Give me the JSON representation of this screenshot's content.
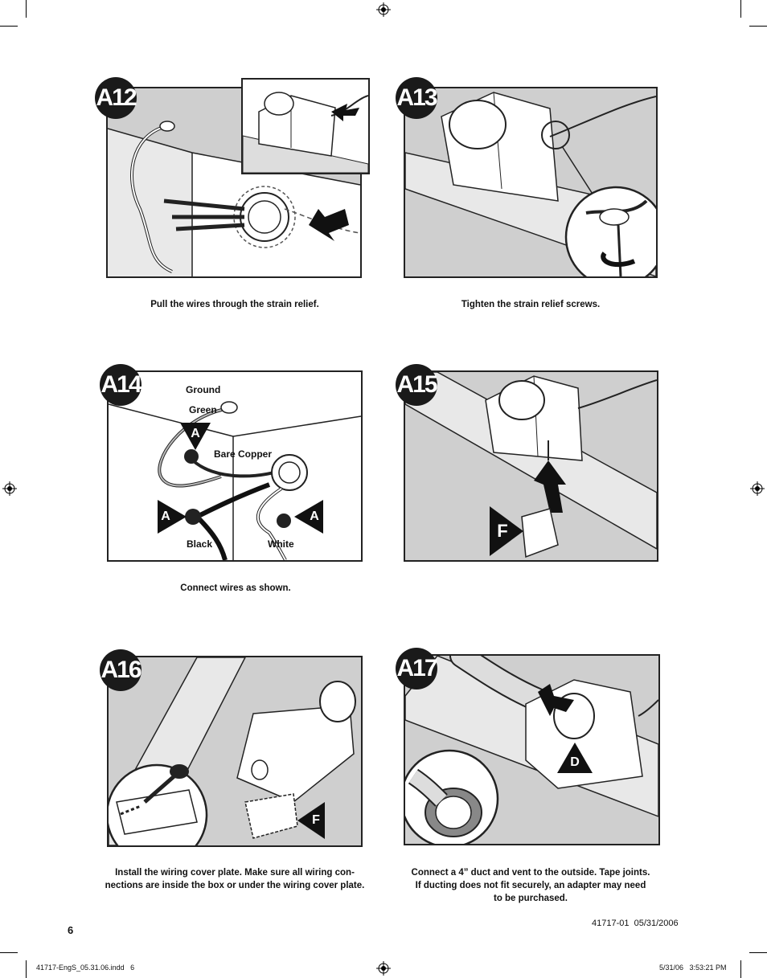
{
  "page_number": "6",
  "doc_ref": "41717-01  05/31/2006",
  "slug_left": "41717-EngS_05.31.06.indd   6",
  "slug_right": "5/31/06   3:53:21 PM",
  "steps": [
    {
      "id": "A12",
      "caption": [
        "Pull the wires through the strain relief."
      ]
    },
    {
      "id": "A13",
      "caption": [
        "Tighten the strain relief screws."
      ]
    },
    {
      "id": "A14",
      "caption": [
        "Connect wires as shown."
      ],
      "labels": {
        "ground": "Ground",
        "green": "Green",
        "bare": "Bare Copper",
        "black": "Black",
        "white": "White",
        "marker": "A"
      }
    },
    {
      "id": "A15",
      "caption": [],
      "marker": "F"
    },
    {
      "id": "A16",
      "caption": [
        "Install the wiring cover plate. Make sure all wiring con-",
        "nections are inside the box or under the wiring cover plate."
      ],
      "marker": "F"
    },
    {
      "id": "A17",
      "caption": [
        "Connect a 4” duct and vent to the outside. Tape joints.",
        "If ducting does not fit securely, an adapter may need",
        "to be purchased."
      ],
      "marker": "D"
    }
  ],
  "colors": {
    "ink": "#1a1a1a",
    "gray": "#cfcfcf",
    "wood": "#e8e8e8"
  }
}
